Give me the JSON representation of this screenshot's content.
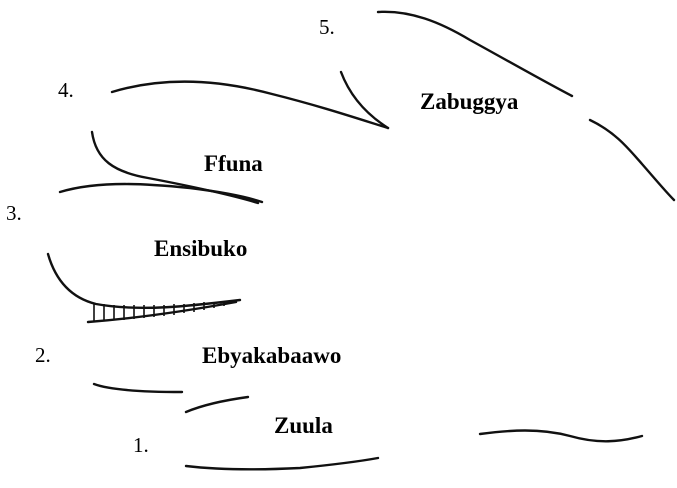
{
  "stages": [
    {
      "number": "1.",
      "name": "Zuula"
    },
    {
      "number": "2.",
      "name": "Ebyakabaawo"
    },
    {
      "number": "3.",
      "name": "Ensibuko"
    },
    {
      "number": "4.",
      "name": "Ffuna"
    },
    {
      "number": "5.",
      "name": "Zabuggya"
    }
  ],
  "colors": {
    "line": "#111111",
    "text": "#000000",
    "background": "#ffffff"
  }
}
